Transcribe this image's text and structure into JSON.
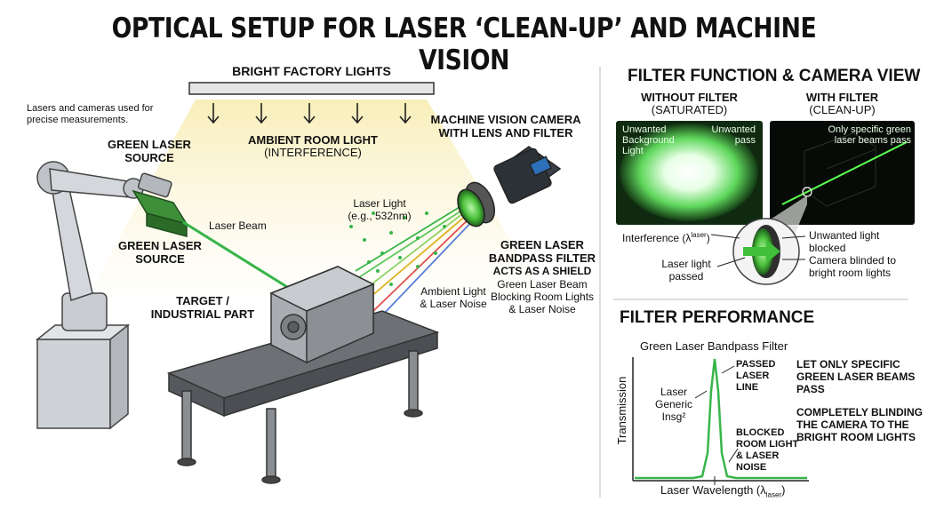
{
  "title": "OPTICAL SETUP FOR LASER ‘CLEAN-UP’ AND MACHINE VISION",
  "left": {
    "factory_lights": "BRIGHT FACTORY LIGHTS",
    "intro_line1": "Lasers and cameras used for",
    "intro_line2": "precise measurements.",
    "green_laser_source_top": "GREEN LASER SOURCE",
    "ambient_light_line1": "AMBIENT ROOM LIGHT",
    "ambient_light_line2": "(INTERFERENCE)",
    "camera_line1": "MACHINE VISION CAMERA",
    "camera_line2": "WITH LENS AND FILTER",
    "laser_light_line1": "Laser Light",
    "laser_light_line2": "(e.g., 532nm)",
    "laser_beam": "Laser Beam",
    "green_laser_source_bottom": "GREEN LASER SOURCE",
    "filter_line1": "GREEN LASER",
    "filter_line2": "BANDPASS FILTER",
    "filter_line3": "ACTS AS A SHIELD",
    "filter_line4": "Green Laser Beam",
    "filter_line5": "Blocking Room Lights",
    "filter_line6": "& Laser Noise",
    "ambient_noise_line1": "Ambient Light",
    "ambient_noise_line2": "& Laser Noise",
    "target_line1": "TARGET /",
    "target_line2": "INDUSTRIAL PART"
  },
  "filter_function": {
    "heading": "FILTER FUNCTION & CAMERA VIEW",
    "without_line1": "WITHOUT FILTER",
    "without_line2": "(SATURATED)",
    "with_line1": "WITH FILTER",
    "with_line2": "(CLEAN-UP)",
    "unwanted_bg_line1": "Unwanted",
    "unwanted_bg_line2": "Background",
    "unwanted_bg_line3": "Light",
    "unwanted_pass_line1": "Unwanted",
    "unwanted_pass_line2": "pass",
    "only_specific_line1": "Only specific green",
    "only_specific_line2": "laser beams pass",
    "interference": "Interference (λ",
    "interference_sup": "laser",
    "interference_end": ")",
    "laser_passed_line1": "Laser light",
    "laser_passed_line2": "passed",
    "unwanted_blocked_line1": "Unwanted light",
    "unwanted_blocked_line2": "blocked",
    "camera_blinded_line1": "Camera blinded to",
    "camera_blinded_line2": "bright room lights"
  },
  "filter_performance": {
    "heading": "FILTER PERFORMANCE",
    "chart_title": "Green Laser Bandpass Filter",
    "ylabel": "Transmission",
    "xlabel": "Laser Wavelength (λ",
    "xlabel_sub": "laser",
    "xlabel_end": ")",
    "laser_generic_line1": "Laser",
    "laser_generic_line2": "Generic",
    "laser_generic_line3": "Insg²",
    "passed_line1": "PASSED",
    "passed_line2": "LASER",
    "passed_line3": "LINE",
    "blocked_line1": "BLOCKED",
    "blocked_line2": "ROOM LIGHT",
    "blocked_line3": "& LASER",
    "blocked_line4": "NOISE",
    "let_only_line1": "LET ONLY SPECIFIC",
    "let_only_line2": "GREEN LASER BEAMS",
    "let_only_line3": "PASS",
    "blinding_line1": "COMPLETELY BLINDING",
    "blinding_line2": "THE CAMERA TO THE",
    "blinding_line3": "BRIGHT ROOM LIGHTS"
  },
  "colors": {
    "laser_green": "#39b54a",
    "light_cone": "#fbf3c8",
    "filter_green": "#45c24a"
  }
}
